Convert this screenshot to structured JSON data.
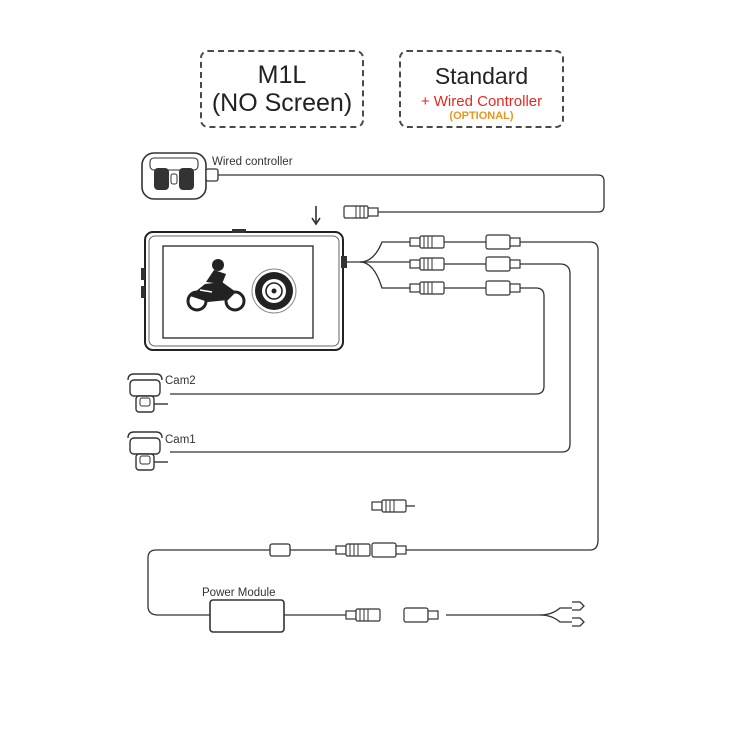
{
  "variants": {
    "m1l": {
      "title": "M1L",
      "subtitle": "(NO Screen)"
    },
    "standard": {
      "title": "Standard",
      "addon": "+ Wired Controller",
      "note": "(OPTIONAL)"
    }
  },
  "labels": {
    "wired_controller": "Wired controller",
    "cam2": "Cam2",
    "cam1": "Cam1",
    "power_module": "Power Module"
  },
  "colors": {
    "line": "#333333",
    "accent_red": "#e8281e",
    "accent_orange": "#e8961e"
  }
}
